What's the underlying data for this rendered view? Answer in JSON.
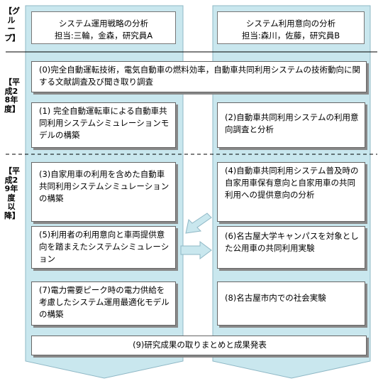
{
  "sidebar": {
    "group": "【グループ】",
    "fy28": "【平成28年度】",
    "fy29": "【平成29年度以降】"
  },
  "columns": {
    "left": {
      "title": "システム運用戦略の分析",
      "staff": "担当:三輪，金森，研究員A"
    },
    "right": {
      "title": "システム利用意向の分析",
      "staff": "担当:森川，佐藤，研究員B"
    }
  },
  "tasks": {
    "t0": "(0)完全自動運転技術，電気自動車の燃料効率，自動車共同利用システムの技術動向に関する文献調査及び聞き取り調査",
    "t1": "(1) 完全自動運転車による自動車共同利用システムシミュレーションモデルの構築",
    "t2": "(2)自動車共同利用システムの利用意向調査と分析",
    "t3": "(3)自家用車の利用を含めた自動車共同利用システムシミュレーションの構築",
    "t4": "(4)自動車共同利用システム普及時の自家用車保有意向と自家用車の共同利用への提供意向の分析",
    "t5": "(5)利用者の利用意向と車両提供意向を踏まえたシステムシミュレーション",
    "t6": "(6)名古屋大学キャンパスを対象とした公用車の共同利用実験",
    "t7": "(7)電力需要ピーク時の電力供給を考慮したシステム運用最適化モデルの構築",
    "t8": "(8)名古屋市内での社会実験",
    "t9": "(9)研究成果の取りまとめと成果発表"
  },
  "colors": {
    "column_fill": "#c9e7ee",
    "column_stroke": "#8fb8c6",
    "arrow_fill": "#c9e7ee"
  }
}
